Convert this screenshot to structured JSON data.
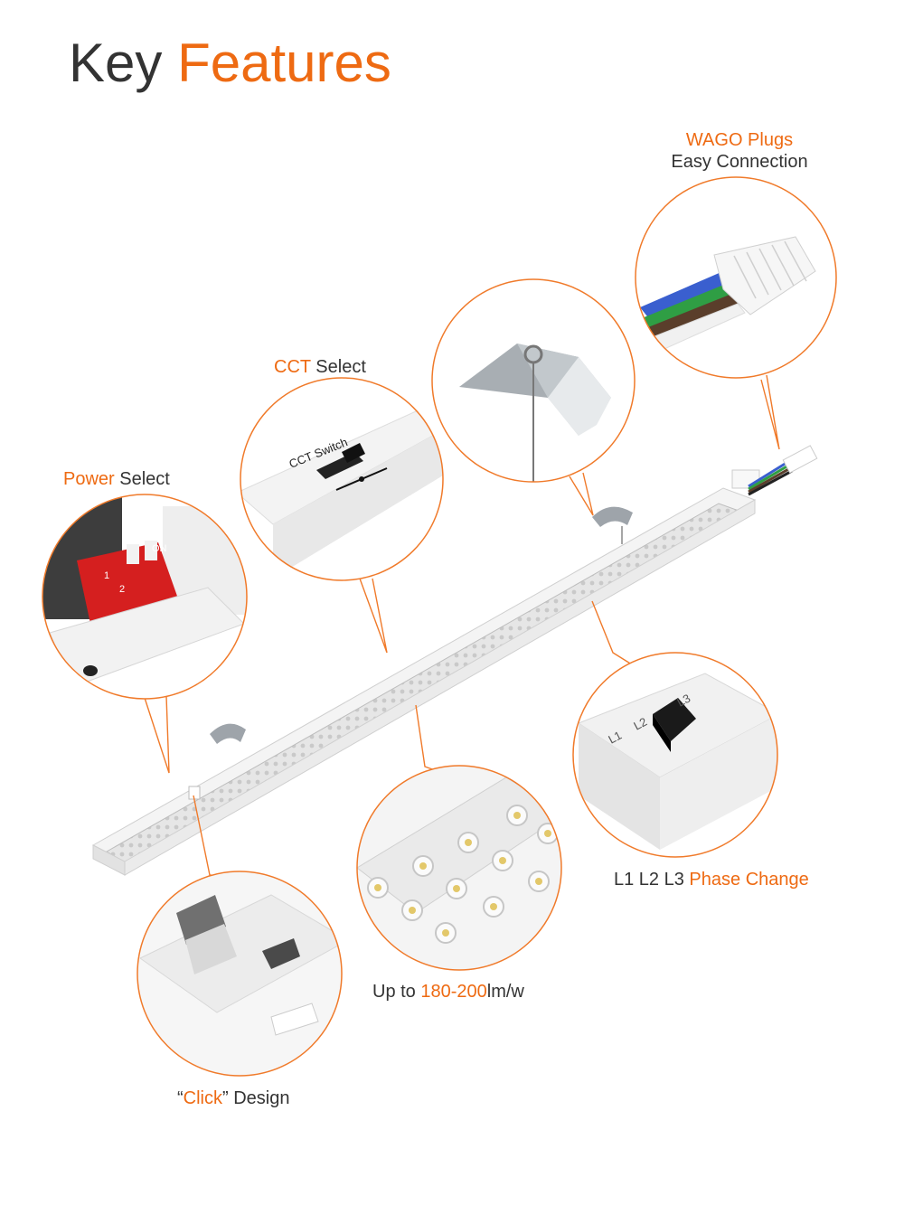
{
  "title": {
    "word1": "Key",
    "word2": "Features"
  },
  "features": {
    "wago": {
      "line1": "WAGO Plugs",
      "line2": "Easy Connection"
    },
    "cct": {
      "accent": "CCT",
      "rest": " Select"
    },
    "power": {
      "accent": "Power",
      "rest": " Select"
    },
    "phase": {
      "rest": "L1 L2 L3 ",
      "accent": "Phase Change"
    },
    "efficacy": {
      "pre": "Up to ",
      "accent": "180-200",
      "post": "lm/w"
    },
    "click": {
      "quote_open": "“",
      "accent": "Click",
      "rest": "” Design"
    }
  },
  "callout_text": {
    "cct_switch": "CCT Switch",
    "dip_on": "ON",
    "dip_1": "1",
    "dip_2": "2",
    "phase_l1": "L1",
    "phase_l2": "L2",
    "phase_l3": "L3"
  },
  "colors": {
    "accent": "#ee6a12",
    "text": "#333333",
    "circle_border": "#f07a2a"
  }
}
